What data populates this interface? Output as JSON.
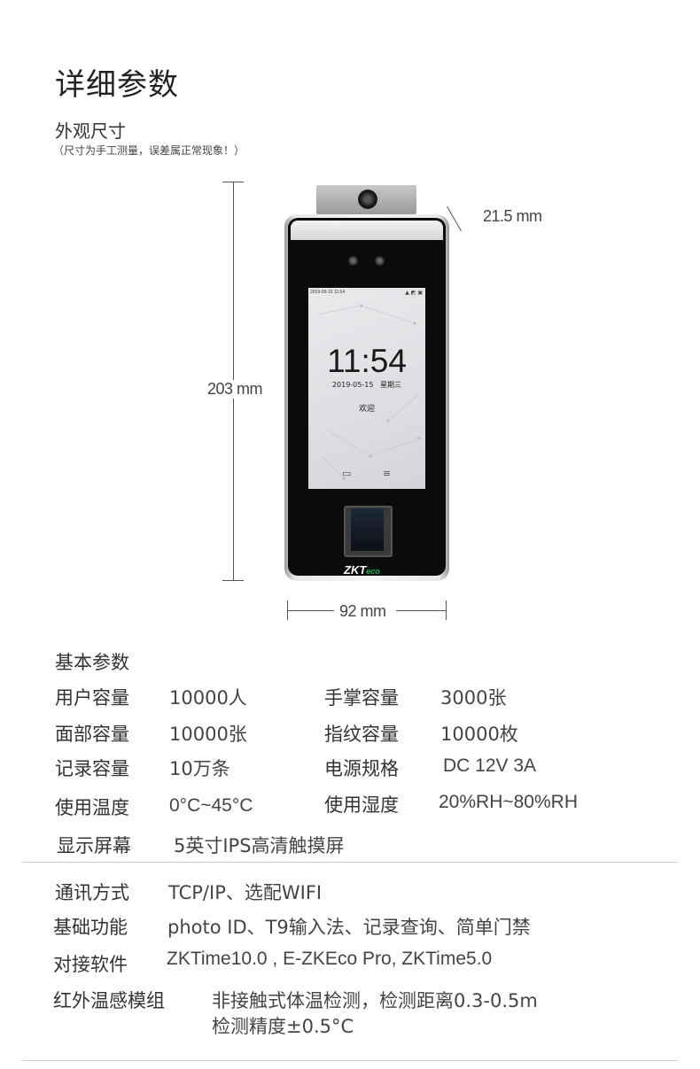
{
  "heading": "详细参数",
  "dimensions": {
    "title": "外观尺寸",
    "note": "（尺寸为手工测量，误差属正常现象！）",
    "height": "203 mm",
    "width": "92 mm",
    "depth": "21.5 mm"
  },
  "device_screen": {
    "status_time": "2019-05-15 11:54",
    "clock": "11:54",
    "date": "2019-05-15",
    "weekday": "星期三",
    "welcome": "欢迎",
    "brand_main": "ZKT",
    "brand_sub": "eco"
  },
  "basic": {
    "title": "基本参数",
    "rows": [
      {
        "label": "用户容量",
        "value": "10000人",
        "label2": "手掌容量",
        "value2": "3000张"
      },
      {
        "label": "面部容量",
        "value": "10000张",
        "label2": "指纹容量",
        "value2": "10000枚"
      },
      {
        "label": "记录容量",
        "value": "10万条",
        "label2": "电源规格",
        "value2": "DC 12V 3A"
      },
      {
        "label": "使用温度",
        "value": "0°C~45°C",
        "label2": "使用湿度",
        "value2": "20%RH~80%RH"
      }
    ],
    "display_label": "显示屏幕",
    "display_value": "5英寸IPS高清触摸屏"
  },
  "extra": {
    "comm_label": "通讯方式",
    "comm_value": "TCP/IP、选配WIFI",
    "func_label": "基础功能",
    "func_value": "photo ID、T9输入法、记录查询、简单门禁",
    "soft_label": "对接软件",
    "soft_value": "ZKTime10.0 , E-ZKEco Pro, ZKTime5.0",
    "ir_label": "红外温感模组",
    "ir_value1": "非接触式体温检测，检测距离0.3-0.5m",
    "ir_value2": "检测精度±0.5°C"
  }
}
